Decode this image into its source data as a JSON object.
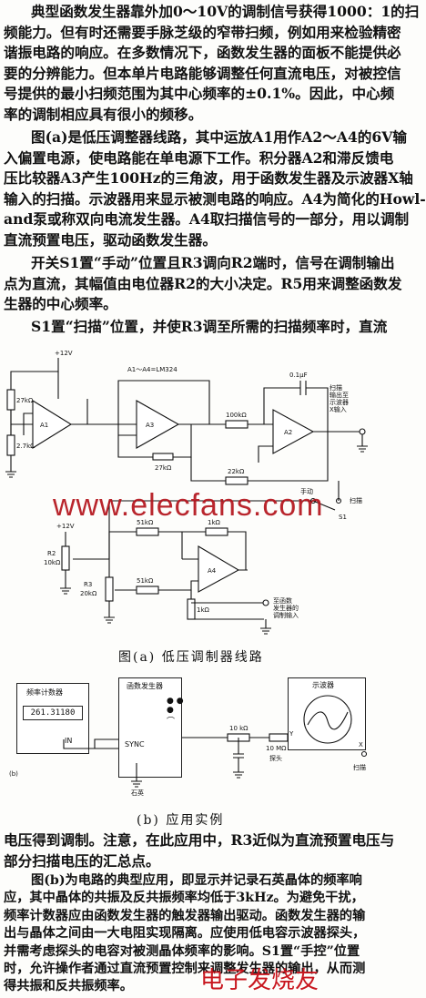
{
  "intro": [
    "典型函数发生器靠外加0～10V的调制信号获得1000：1的扫",
    "频能力。但有时还需要手脉芝级的窄带扫频，例如用来检验精密",
    "谐振电路的响应。在多数情况下，函数发生器的面板不能提供必",
    "要的分辨能力。但本单片电路能够调整任何直流电压，对被控信",
    "号提供的最小扫频范围为其中心频率的±0.1%。因此，中心频",
    "率的调制相应具有很小的频移。"
  ],
  "para2": [
    "图(a)是低压调整器线路，其中运放A1用作A2～A4的6V输",
    "入偏置电源，使电路能在单电源下工作。积分器A2和滞反馈电",
    "压比较器A3产生100Hz的三角波，用于函数发生器及示波器X轴",
    "输入的扫描。示波器用来显示被测电路的响应。A4为简化的Howl-",
    "and泵或称双向电流发生器。A4取扫描信号的一部分，用以调制",
    "直流预置电压，驱动函数发生器。"
  ],
  "para3": [
    "开关S1置“手动”位置且R3调向R2端时，信号在调制输出",
    "点为直流，其幅值由电位器R2的大小决定。R5用来调整函数发",
    "生器的中心频率。"
  ],
  "para4": [
    "S1置“扫描”位置，并使R3调至所需的扫描频率时，直流"
  ],
  "figA": {
    "supply1": "+12V",
    "supply2": "+12V",
    "note": "A1～A4=LM324",
    "r_27a": "27kΩ",
    "r_27b": "2.7kΩ",
    "a1": "A1",
    "a2": "A2",
    "a3": "A3",
    "a4": "A4",
    "r_100": "100kΩ",
    "r_27c": "27kΩ",
    "r_22": "22kΩ",
    "r_51a": "51kΩ",
    "r_1ka": "1kΩ",
    "r_51b": "51kΩ",
    "r_1kb": "1kΩ",
    "cap": "0.1μF",
    "r2": "R2",
    "r2v": "10kΩ",
    "r3": "R3",
    "r3v": "20kΩ",
    "s1": "S1",
    "manual": "手动",
    "sweep": "扫描",
    "xout": "扫描\n输出至\n示波器\nX输入",
    "fgout": "至函数\n发生器的\n调制输入",
    "caption": "图(a)  低压调制器线路"
  },
  "figB": {
    "counter_title": "频率计数器",
    "counter_value": "261.31180",
    "fg_title": "函数发生器",
    "scope_title": "示波器",
    "sync": "SYNC",
    "input": "IN",
    "r_10k": "10 kΩ",
    "r_10m": "10 MΩ",
    "probe": "探头",
    "crystal": "石英",
    "y": "Y",
    "x": "X",
    "sweep_in": "扫描",
    "tag": "(b)",
    "caption": "(b)  应用实例"
  },
  "para5": [
    "电压得到调制。注意，在此应用中，R3近似为直流预置电压与",
    "部分扫描电压的汇总点。"
  ],
  "para6": [
    "图(b)为电路的典型应用，即显示并记录石英晶体的频率响",
    "应，其中晶体的共振及反共振频率均低于3kHz。为避免干扰，",
    "频率计数器应由函数发生器的触发器输出驱动。函数发生器的输",
    "出与晶体之间由一大电阻实现隔离。应使用低电容示波器探头，",
    "并需考虑探头的电容对被测晶体频率的影响。S1置“手控”位置",
    "时，允许操作者通过直流预置控制来调整发生器的输出，从而测",
    "得共振和反共振频率。"
  ],
  "watermark": "www.elecfans.com",
  "watermark2": "电子发烧友"
}
